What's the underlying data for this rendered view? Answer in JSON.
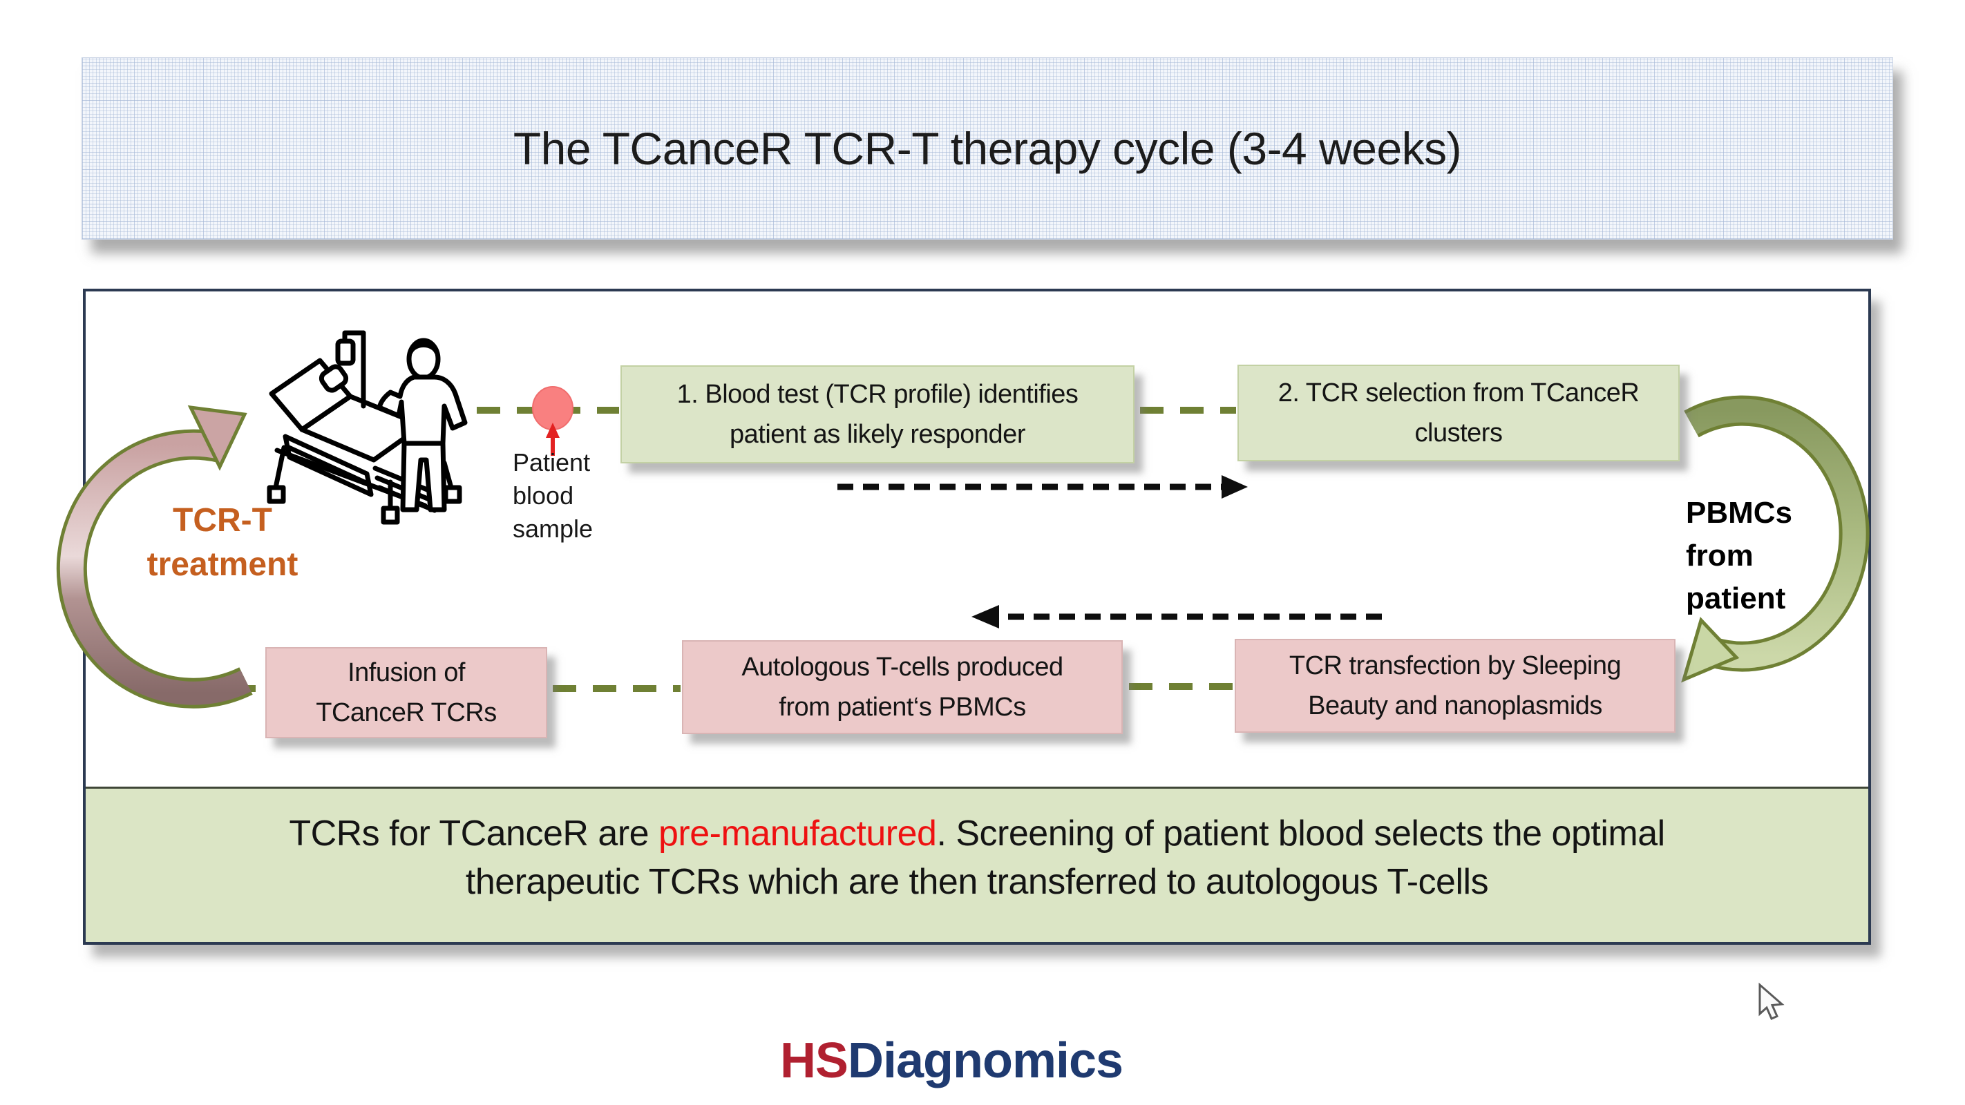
{
  "title": "The TCanceR TCR-T therapy cycle (3-4 weeks)",
  "cycle": {
    "treatment_label": {
      "line1": "TCR-T",
      "line2": "treatment"
    },
    "blood_sample_label": {
      "line1": "Patient",
      "line2": "blood",
      "line3": "sample"
    },
    "pbmcs_label": {
      "line1": "PBMCs",
      "line2": "from",
      "line3": "patient"
    },
    "steps": {
      "blood_test": {
        "line1": "1. Blood test (TCR profile) identifies",
        "line2": "patient as likely responder"
      },
      "tcr_selection": {
        "line1": "2. TCR selection from TCanceR",
        "line2": "clusters"
      },
      "transfection": {
        "line1": "TCR transfection by Sleeping",
        "line2": "Beauty and nanoplasmids"
      },
      "tcell_production": {
        "line1": "Autologous T-cells produced",
        "line2": "from patient‘s PBMCs"
      },
      "infusion": {
        "line1": "Infusion of",
        "line2": "TCanceR TCRs"
      }
    }
  },
  "summary": {
    "pre": "TCRs for TCanceR are ",
    "highlight": "pre-manufactured",
    "post": ". Screening of patient blood selects the optimal",
    "line2": "therapeutic TCRs which are then transferred to autologous T-cells"
  },
  "logo": {
    "prefix": "HS",
    "suffix": "Diagnomics"
  },
  "icons": {
    "patient": "hospital-bed-with-clinician",
    "blood_sample": "red-dot",
    "cycle_left": "curved-arrow-up-pink",
    "cycle_right": "curved-arrow-down-green",
    "pointer": "mouse-cursor-arrow"
  },
  "colors": {
    "step_green": "#dce5c8",
    "step_pink": "#ecc9c9",
    "summary_banner_green": "#dbe5c5",
    "highlight_red": "#ee1111",
    "treatment_orange": "#c55f1f",
    "olive_connector": "#6f8034",
    "panel_border_navy": "#2c3a52",
    "logo_red": "#b02030",
    "logo_navy": "#1f3a70",
    "blood_dot_red": "#f98080"
  }
}
